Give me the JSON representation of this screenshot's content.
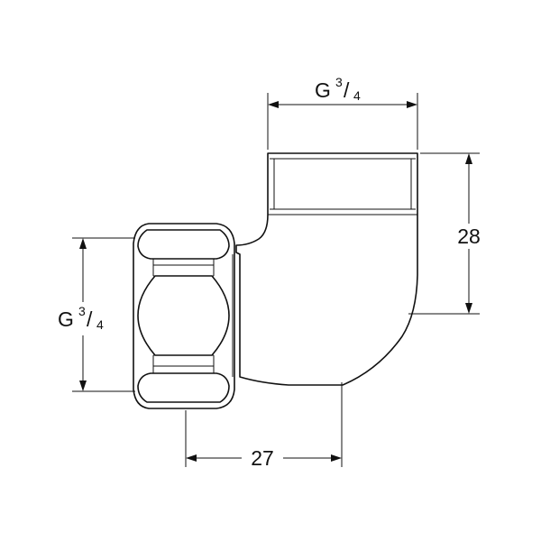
{
  "drawing": {
    "stroke_color": "#111111",
    "background": "#ffffff",
    "dimensions": {
      "top_thread": {
        "letter": "G",
        "num": "3",
        "slash": "/",
        "den": "4"
      },
      "side_thread": {
        "letter": "G",
        "num": "3",
        "slash": "/",
        "den": "4"
      },
      "height": "28",
      "offset": "27"
    }
  }
}
